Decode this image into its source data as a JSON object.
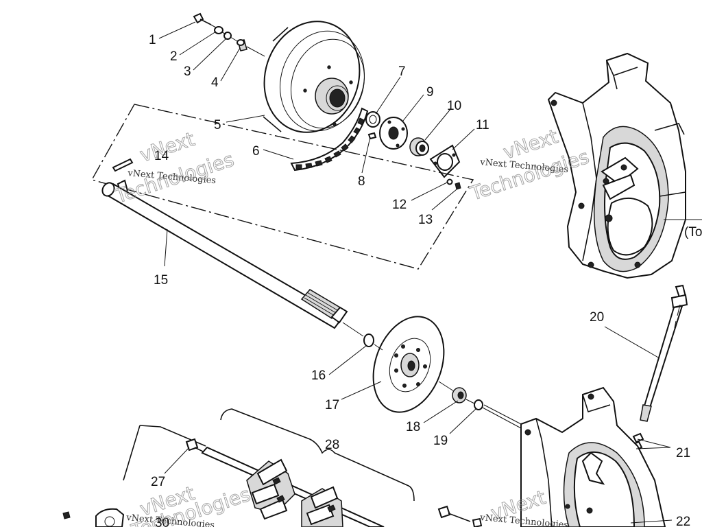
{
  "diagram": {
    "callouts": [
      "1",
      "2",
      "3",
      "4",
      "5",
      "6",
      "7",
      "8",
      "9",
      "10",
      "11",
      "12",
      "13",
      "14",
      "15",
      "16",
      "17",
      "18",
      "19",
      "20",
      "21",
      "22",
      "27",
      "28",
      "30"
    ],
    "edge_label": "(To",
    "watermark": {
      "line1": "vNext Technologies",
      "big1": "vNext",
      "big2": "Technologies"
    }
  }
}
